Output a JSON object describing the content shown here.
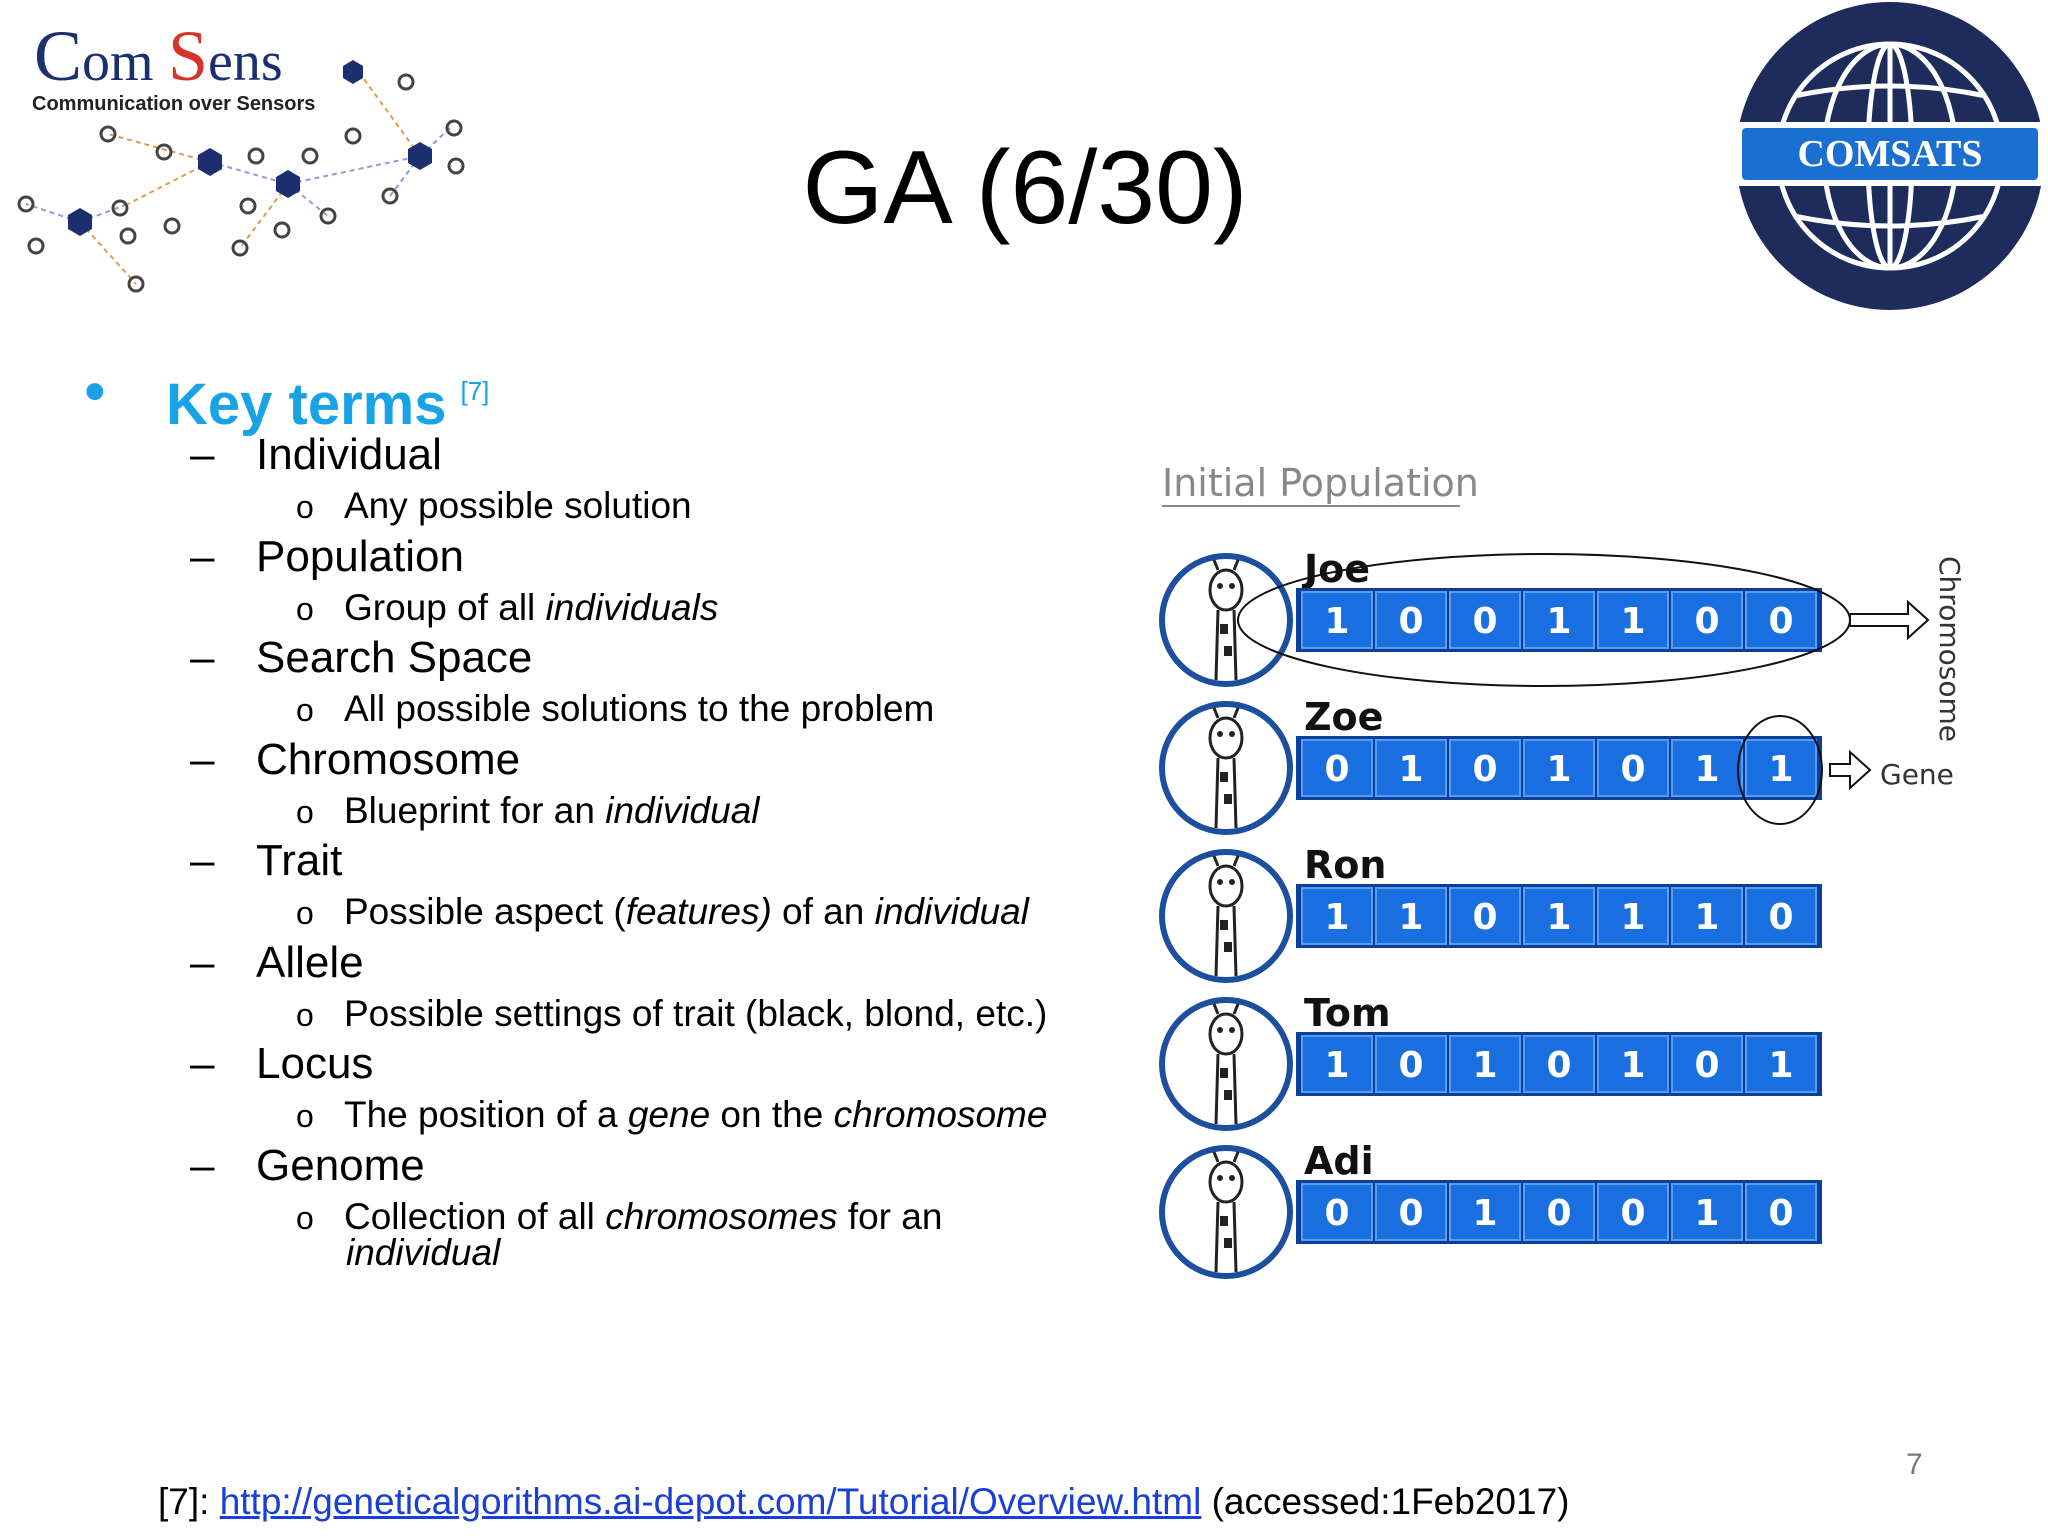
{
  "slide": {
    "title": "GA (6/30)",
    "page_number": "7",
    "logos": {
      "left": {
        "name": "ComSens",
        "tagline": "Communication over Sensors"
      },
      "right": {
        "name": "COMSATS"
      }
    },
    "main_bullet": {
      "label": "Key terms",
      "ref": "[7]"
    },
    "terms": [
      {
        "term": "Individual",
        "desc": [
          {
            "t": "Any possible solution",
            "i": false
          }
        ]
      },
      {
        "term": "Population",
        "desc": [
          {
            "t": "Group of all ",
            "i": false
          },
          {
            "t": "individuals",
            "i": true
          }
        ]
      },
      {
        "term": "Search Space",
        "desc": [
          {
            "t": "All possible solutions to the problem",
            "i": false
          }
        ]
      },
      {
        "term": "Chromosome",
        "desc": [
          {
            "t": "Blueprint for an ",
            "i": false
          },
          {
            "t": "individual",
            "i": true
          }
        ]
      },
      {
        "term": "Trait",
        "desc": [
          {
            "t": "Possible aspect (",
            "i": false
          },
          {
            "t": "features)",
            "i": true
          },
          {
            "t": " of an ",
            "i": false
          },
          {
            "t": "individual",
            "i": true
          }
        ]
      },
      {
        "term": "Allele",
        "desc": [
          {
            "t": "Possible settings of trait (black, blond, etc.)",
            "i": false
          }
        ]
      },
      {
        "term": "Locus",
        "desc": [
          {
            "t": "The position of a ",
            "i": false
          },
          {
            "t": "gene",
            "i": true
          },
          {
            "t": " on the ",
            "i": false
          },
          {
            "t": "chromosome",
            "i": true
          }
        ]
      },
      {
        "term": "Genome",
        "desc": [
          {
            "t": "Collection of all ",
            "i": false
          },
          {
            "t": "chromosomes",
            "i": true
          },
          {
            "t": " for an",
            "i": false
          }
        ],
        "desc2": [
          {
            "t": "individual",
            "i": true
          }
        ]
      }
    ],
    "figure": {
      "heading": "Initial Population",
      "chromosome_label": "Chromosome",
      "gene_label": "Gene",
      "individuals": [
        {
          "name": "Joe",
          "bits": [
            "1",
            "0",
            "0",
            "1",
            "1",
            "0",
            "0"
          ]
        },
        {
          "name": "Zoe",
          "bits": [
            "0",
            "1",
            "0",
            "1",
            "0",
            "1",
            "1"
          ]
        },
        {
          "name": "Ron",
          "bits": [
            "1",
            "1",
            "0",
            "1",
            "1",
            "1",
            "0"
          ]
        },
        {
          "name": "Tom",
          "bits": [
            "1",
            "0",
            "1",
            "0",
            "1",
            "0",
            "1"
          ]
        },
        {
          "name": "Adi",
          "bits": [
            "0",
            "0",
            "1",
            "0",
            "0",
            "1",
            "0"
          ]
        }
      ],
      "colors": {
        "bit_fill": "#1a6fe0",
        "bit_border": "#0b3f9a",
        "bit_text": "#ffffff"
      }
    },
    "footer": {
      "prefix": "[7]: ",
      "link": "http://geneticalgorithms.ai-depot.com/Tutorial/Overview.html",
      "suffix": " (accessed:1Feb2017)"
    }
  }
}
